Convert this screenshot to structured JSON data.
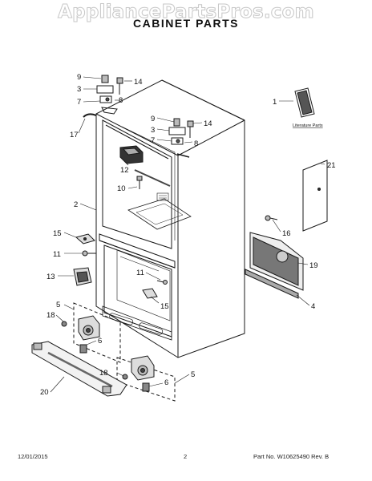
{
  "watermark": "AppliancePartsPros.com",
  "title": "CABINET PARTS",
  "literature_label": "Literature Parts",
  "callouts": {
    "c1": "1",
    "c2": "2",
    "c3a": "3",
    "c3b": "3",
    "c4": "4",
    "c5a": "5",
    "c5b": "5",
    "c6a": "6",
    "c6b": "6",
    "c7a": "7",
    "c7b": "7",
    "c8a": "8",
    "c8b": "8",
    "c9a": "9",
    "c9b": "9",
    "c10": "10",
    "c11a": "11",
    "c11b": "11",
    "c12": "12",
    "c13": "13",
    "c14a": "14",
    "c14b": "14",
    "c15a": "15",
    "c15b": "15",
    "c16": "16",
    "c17": "17",
    "c18a": "18",
    "c18b": "18",
    "c19": "19",
    "c20": "20",
    "c21": "21"
  },
  "footer": {
    "date": "12/01/2015",
    "page": "2",
    "part": "Part No. W10625490  Rev. B"
  },
  "colors": {
    "line": "#1a1a1a",
    "shade": "#6e6e6e",
    "light": "#d9d9d9"
  }
}
